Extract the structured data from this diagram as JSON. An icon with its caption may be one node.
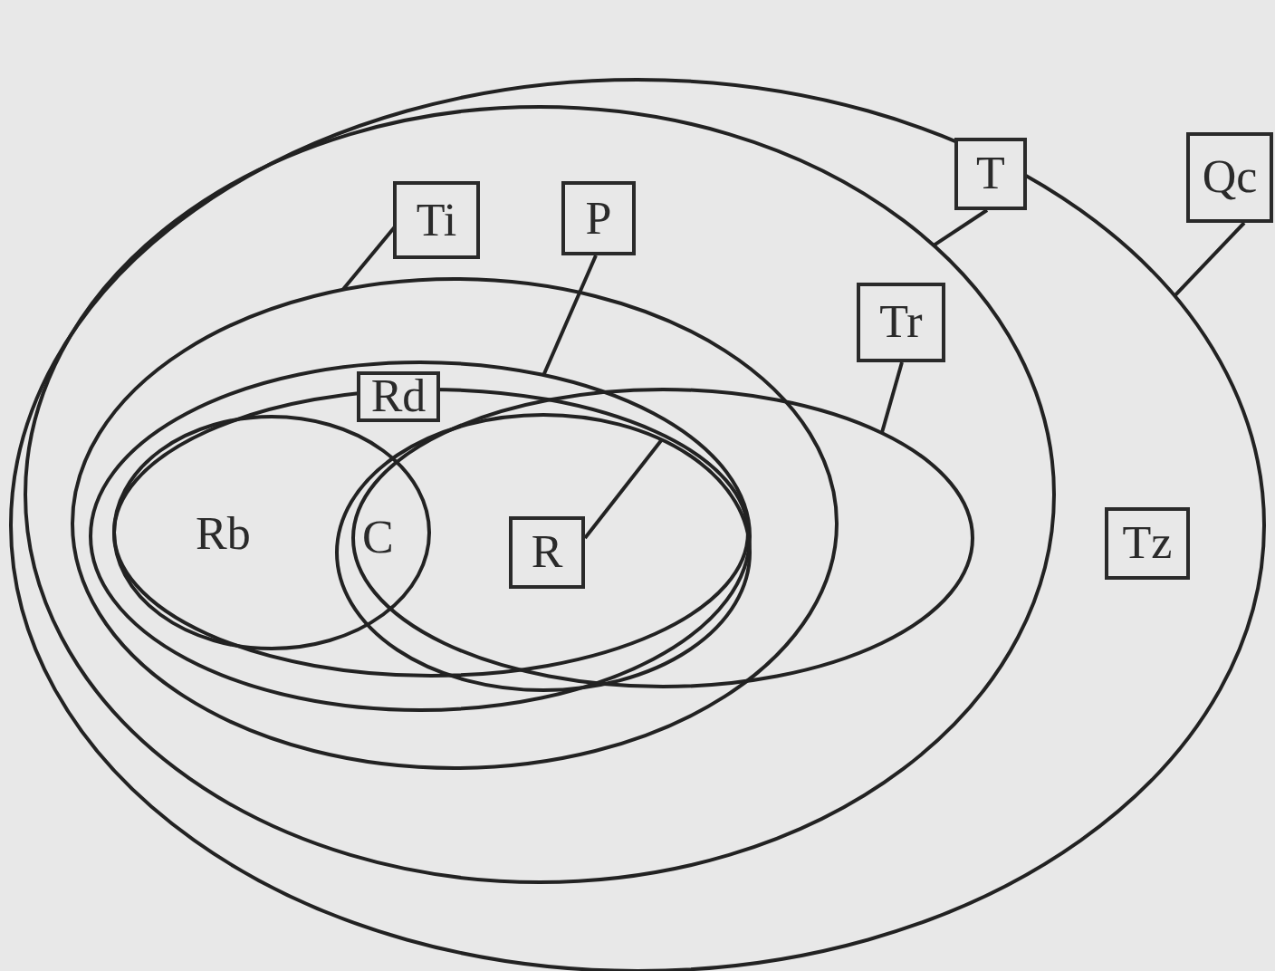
{
  "diagram": {
    "nodes": [
      {
        "text": [],
        "shape": "ellipse"
      },
      {
        "text": [],
        "shape": "ellipse",
        "in": 0
      },
      {
        "text": [],
        "shape": "ellipse",
        "in": 1
      },
      {
        "text": [],
        "shape": "ellipse",
        "in": 2
      },
      {
        "text": [],
        "shape": "ellipse",
        "in": 3
      },
      {
        "text": [],
        "shape": "ellipse",
        "in": 1
      },
      {
        "text": [],
        "shape": "ellipse"
      },
      {
        "text": [
          "Rb"
        ],
        "in": 4
      },
      {
        "text": [
          "Ti"
        ],
        "in": 1
      },
      {
        "text": [
          "P"
        ],
        "in": 1
      },
      {
        "text": [
          "T"
        ],
        "in": 0
      },
      {
        "text": [
          "Qc"
        ]
      },
      {
        "text": [
          "Tr"
        ],
        "in": 1
      },
      {
        "text": [
          "Rd"
        ],
        "in": 3
      },
      {
        "text": [
          "R"
        ],
        "in": 6
      },
      {
        "text": [
          "Tz"
        ],
        "in": 0
      }
    ],
    "edges": [
      {
        "from": 8,
        "to": 2,
        "arrow": "none"
      },
      {
        "from": 9,
        "to": 3,
        "arrow": "none"
      },
      {
        "from": 10,
        "to": 1,
        "arrow": "none"
      },
      {
        "from": 11,
        "to": 0,
        "arrow": "none"
      },
      {
        "from": 12,
        "to": 5,
        "arrow": "none"
      },
      {
        "from": 14,
        "to": 6,
        "arrow": "none"
      }
    ],
    "labels": [
      "C"
    ]
  }
}
